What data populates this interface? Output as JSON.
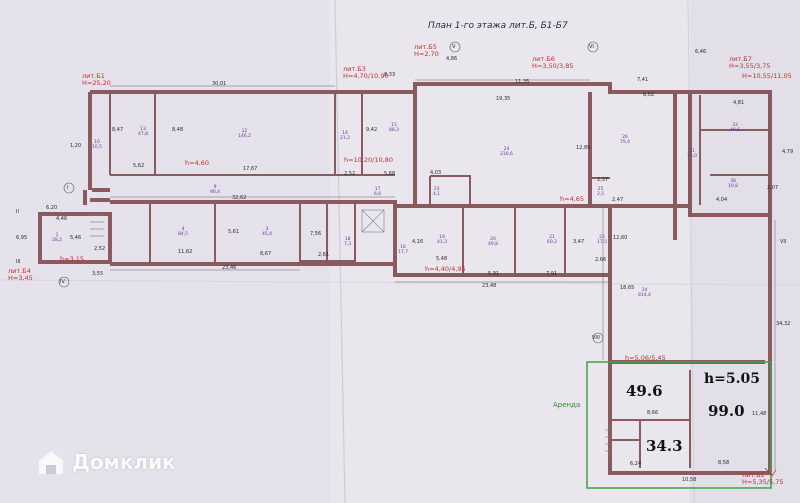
{
  "plan_title": "План 1-го этажа лит.Б, Б1-Б7",
  "lit_labels": [
    {
      "name": "lit-b1",
      "lines": [
        "лит.Б1",
        "H=25,20"
      ]
    },
    {
      "name": "lit-b3",
      "lines": [
        "лит.Б3",
        "H=4,70/10,90"
      ]
    },
    {
      "name": "lit-b5",
      "lines": [
        "лит.Б5",
        "H=2,70"
      ]
    },
    {
      "name": "lit-b6",
      "lines": [
        "лит.Б6",
        "H=3,50/3,85"
      ]
    },
    {
      "name": "lit-b7",
      "lines": [
        "лит.Б7",
        "H=3,55/3,75"
      ]
    },
    {
      "name": "lit-b4",
      "lines": [
        "лит.Б4",
        "H=3,45"
      ]
    },
    {
      "name": "lit-b2",
      "lines": [
        "лит.Б2",
        "H=5,35/5,75"
      ]
    },
    {
      "name": "height-b",
      "lines": [
        "H=10,55/11,05"
      ]
    }
  ],
  "height_marks": [
    "h=4,60",
    "h=10,20/10,80",
    "h=4,65",
    "h=5,06/5,45",
    "h=3,15",
    "h=4,40/4,95"
  ],
  "dimensions": [
    "30,01",
    "19,35",
    "11,35",
    "8,33",
    "6,02",
    "7,41",
    "17,67",
    "32,62",
    "5,62",
    "8,48",
    "8,47",
    "11,62",
    "23,46",
    "8,67",
    "5,61",
    "2,61",
    "3,55",
    "2,52",
    "12,89",
    "12,60",
    "23,48",
    "5,91",
    "7,91",
    "5,48",
    "2,66",
    "18,65",
    "8,66",
    "8,58",
    "10,58",
    "6,24",
    "11,48",
    "34,32",
    "4,86",
    "4,81",
    "6,46",
    "4,04",
    "2,07",
    "4,79",
    "5,46",
    "6,20",
    "6,95",
    "4,46",
    "2,47",
    "2,37",
    "2,52",
    "5,68",
    "9,42",
    "4,03",
    "1,20",
    "7,56",
    "4,16",
    "3,47"
  ],
  "rooms": [
    {
      "name": "room-13",
      "label": "13\n47,8"
    },
    {
      "name": "room-12",
      "label": "12\n146,2"
    },
    {
      "name": "room-14",
      "label": "14\n21,2"
    },
    {
      "name": "room-15",
      "label": "15\n88,3"
    },
    {
      "name": "room-24",
      "label": "24\n230,6"
    },
    {
      "name": "room-26",
      "label": "26\n79,4"
    },
    {
      "name": "room-33",
      "label": "33\n40,6"
    },
    {
      "name": "room-9",
      "label": "9\n90,4"
    },
    {
      "name": "room-4",
      "label": "4\n84,5"
    },
    {
      "name": "room-3",
      "label": "3\n45,4"
    },
    {
      "name": "room-1",
      "label": "1\n28,2"
    },
    {
      "name": "room-19",
      "label": "19\n41,3"
    },
    {
      "name": "room-20",
      "label": "20\n49,8"
    },
    {
      "name": "room-21",
      "label": "21\n60,2"
    },
    {
      "name": "room-22",
      "label": "22\n17,5"
    },
    {
      "name": "room-34",
      "label": "34\n814,4"
    },
    {
      "name": "room-38",
      "label": "38\n19,8"
    },
    {
      "name": "room-31",
      "label": "31\n15,0"
    },
    {
      "name": "room-10",
      "label": "10\n10,5"
    },
    {
      "name": "room-16",
      "label": "16\n17,7"
    },
    {
      "name": "room-17",
      "label": "17\n6,6"
    },
    {
      "name": "room-23",
      "label": "23\n4,1"
    },
    {
      "name": "room-25",
      "label": "25\n2,5"
    },
    {
      "name": "room-18",
      "label": "18\n7,3"
    }
  ],
  "axis_marks": [
    "I",
    "II",
    "III",
    "IV",
    "V",
    "VI",
    "VII",
    "VIII"
  ],
  "rent_label": "Аренда",
  "rent_areas": [
    "49.6",
    "99.0",
    "34.3"
  ],
  "rent_height": "h=5.05",
  "watermark": "Домклик",
  "colors": {
    "wall": "#8a5a5e",
    "rent_frame": "#3aa346",
    "room_text": "#6040a0",
    "dim_red": "#c0302a",
    "sheet": "#e9e6ee"
  }
}
